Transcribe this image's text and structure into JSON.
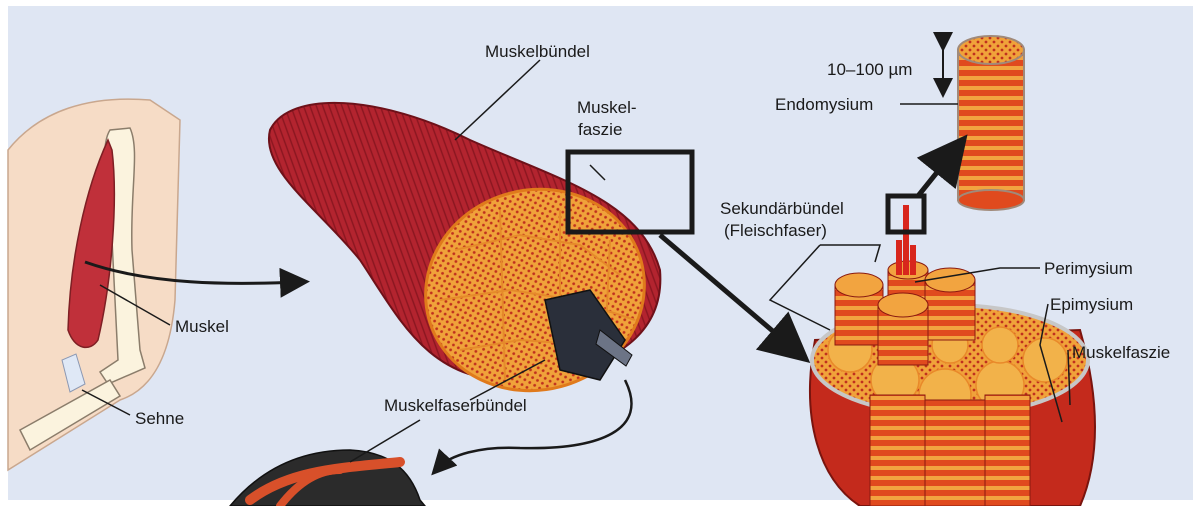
{
  "colors": {
    "background": "#dfe6f3",
    "muscle_dark": "#a8212c",
    "muscle_mid": "#c0303a",
    "fascicle_orange": "#f0a23a",
    "fascicle_yellow": "#f6c25a",
    "fiber_red": "#d8261c",
    "skin": "#f6dcc6",
    "bone": "#fbf3de",
    "box_stroke": "#1a1a1a"
  },
  "icons": {
    "arrow": "curved-arrow-icon",
    "double_arrow": "double-headed-arrow-icon"
  },
  "labels": {
    "muskelbuendel": "Muskelbündel",
    "muskelfaszie_top_line1": "Muskel-",
    "muskelfaszie_top_line2": "faszie",
    "scale": "10–100 µm",
    "endomysium": "Endomysium",
    "sekundaerbuendel_line1": "Sekundärbündel",
    "sekundaerbuendel_line2": "(Fleischfaser)",
    "perimysium": "Perimysium",
    "epimysium": "Epimysium",
    "muskelfaszie_right": "Muskelfaszie",
    "muskel": "Muskel",
    "sehne": "Sehne",
    "muskelfaserbuendel": "Muskelfaserbündel"
  }
}
